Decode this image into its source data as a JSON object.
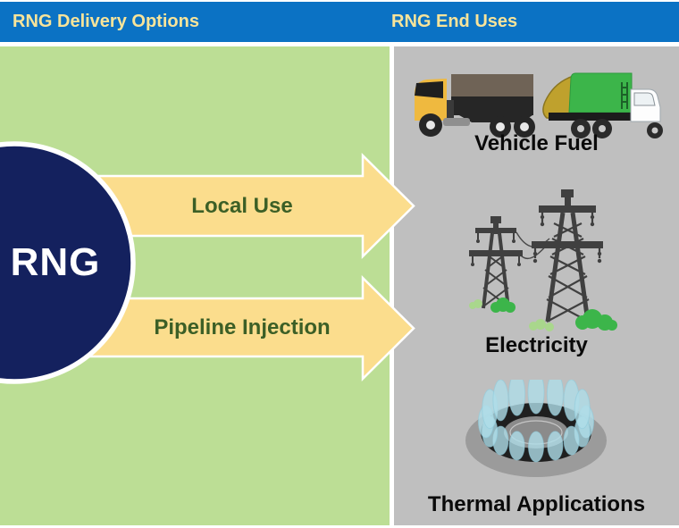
{
  "title_bar": {
    "left": "RNG Delivery Options",
    "right": "RNG End Uses"
  },
  "source": {
    "label": "RNG"
  },
  "delivery_options": [
    {
      "label": "Local Use"
    },
    {
      "label": "Pipeline Injection"
    }
  ],
  "end_uses": [
    {
      "label": "Vehicle Fuel",
      "icons": [
        "semi-truck-icon",
        "garbage-truck-icon"
      ]
    },
    {
      "label": "Electricity",
      "icons": [
        "transmission-towers-icon"
      ]
    },
    {
      "label": "Thermal Applications",
      "icons": [
        "gas-burner-icon"
      ]
    }
  ],
  "colors": {
    "header_bg": "#0B72C4",
    "header_text": "#F8E49A",
    "left_panel_bg": "#BCDE95",
    "right_panel_bg": "#BFBFBF",
    "arrow_fill": "#FBDD8D",
    "arrow_outline": "#FFFFFF",
    "arrow_text": "#3C5F26",
    "rng_circle_fill": "#14215E",
    "rng_circle_border": "#FFFFFF",
    "rng_text": "#FFFFFF",
    "end_use_label_text": "#0A0A0A",
    "flame_blue": "#AFDDE9",
    "foliage_green": "#3CB54A",
    "tower_gray": "#404040",
    "truck_cab_yellow": "#EFB93F",
    "garbage_truck_green": "#3CB54A",
    "hopper_olive": "#BFA12D"
  }
}
